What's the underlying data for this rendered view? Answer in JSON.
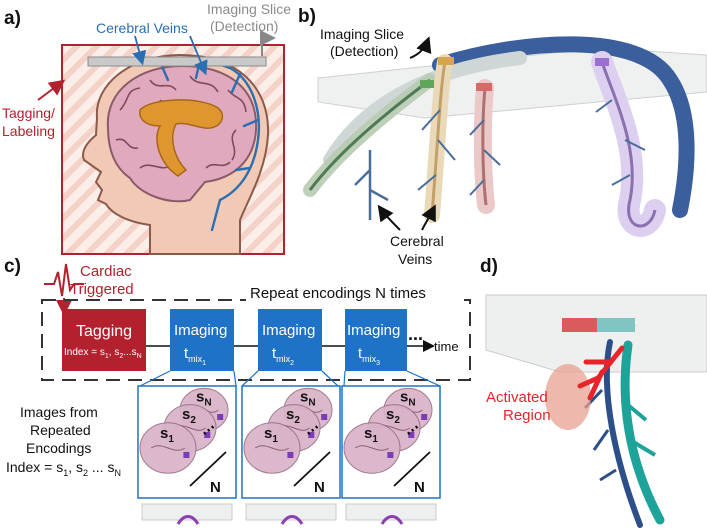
{
  "panels": {
    "a": {
      "letter": "a)",
      "cerebral_veins": "Cerebral Veins",
      "imaging_slice_line1": "Imaging Slice",
      "imaging_slice_line2": "(Detection)",
      "tagging_line1": "Tagging/",
      "tagging_line2": "Labeling"
    },
    "b": {
      "letter": "b)",
      "imaging_slice_line1": "Imaging Slice",
      "imaging_slice_line2": "(Detection)",
      "veins_line1": "Cerebral",
      "veins_line2": "Veins"
    },
    "c": {
      "letter": "c)",
      "cardiac_line1": "Cardiac",
      "cardiac_line2": "Triggered",
      "repeat_label": "Repeat encodings N times",
      "tagging_box": "Tagging",
      "tagging_index": "Index = s",
      "tagging_index_subs": "1, ",
      "imaging_boxes": [
        {
          "label": "Imaging",
          "t": "t",
          "sub": "mix",
          "subsub": "1"
        },
        {
          "label": "Imaging",
          "t": "t",
          "sub": "mix",
          "subsub": "2"
        },
        {
          "label": "Imaging",
          "t": "t",
          "sub": "mix",
          "subsub": "3"
        }
      ],
      "ellipsis": "...",
      "time_label": "time",
      "images_caption": [
        "Images from",
        "Repeated",
        "Encodings",
        "Index = s"
      ],
      "slice_labels": [
        "s",
        "s",
        "s"
      ],
      "slice_subs": [
        "1",
        "2",
        "N"
      ],
      "n_label": "N"
    },
    "d": {
      "letter": "d)",
      "activated_line1": "Activated",
      "activated_line2": "Region"
    }
  },
  "colors": {
    "vein_blue": "#2b6fb3",
    "tag_red": "#b3202e",
    "imaging_blue": "#1e73c8",
    "brain_pink": "#d9a6b6",
    "ventricle_orange": "#e0962e",
    "vein_teal": "#1ea39a",
    "activated_red": "#e8242b"
  }
}
